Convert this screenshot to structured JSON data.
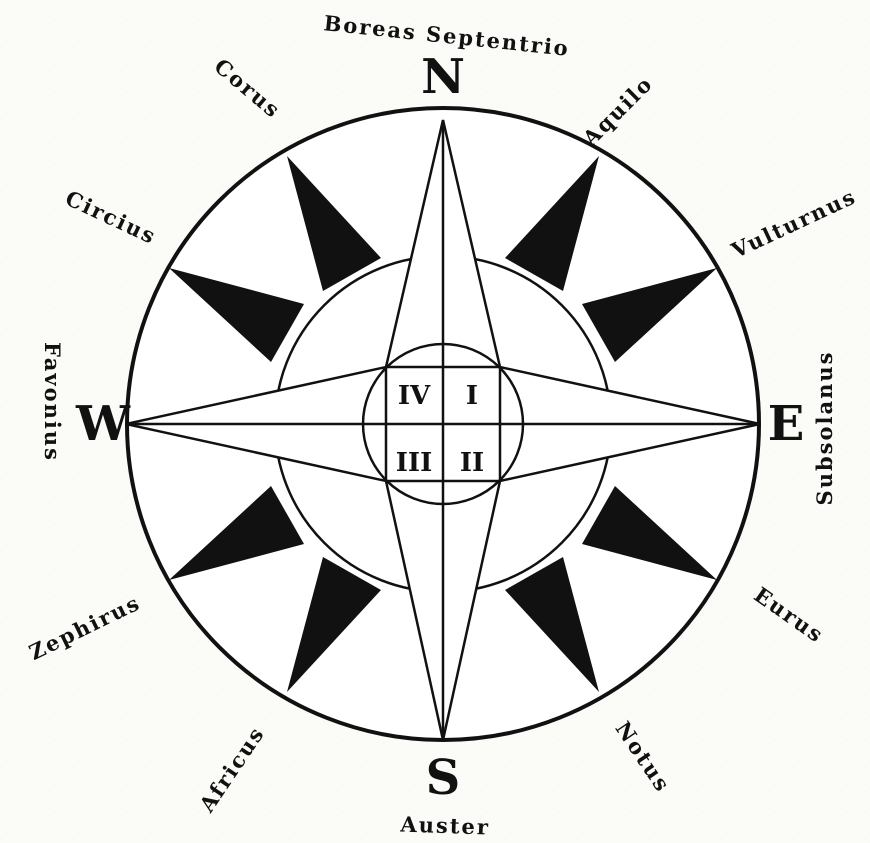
{
  "diagram": {
    "cardinals": {
      "north": "N",
      "east": "E",
      "south": "S",
      "west": "W"
    },
    "quadrants": {
      "q1": "I",
      "q2": "II",
      "q3": "III",
      "q4": "IV"
    },
    "winds": {
      "boreas_septentrio": "Boreas Septentrio",
      "aquilo": "Aquilo",
      "vulturnus": "Vulturnus",
      "subsolanus": "Subsolanus",
      "eurus": "Eurus",
      "notus": "Notus",
      "auster": "Auster",
      "africus": "Africus",
      "zephirus": "Zephirus",
      "favonius": "Favonius",
      "circius": "Circius",
      "corus": "Corus"
    },
    "colors": {
      "ink": "#111111",
      "paper": "#fbfbf8",
      "fill_dark": "#111111",
      "fill_light": "#ffffff"
    }
  }
}
